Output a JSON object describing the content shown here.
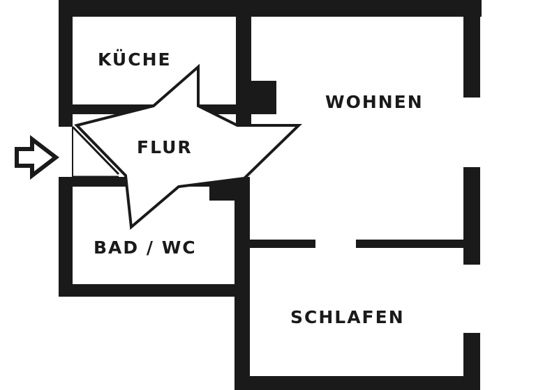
{
  "floor_plan": {
    "rooms": {
      "kitchen": "KÜCHE",
      "living": "WOHNEN",
      "hall": "FLUR",
      "bath": "BAD / WC",
      "bedroom": "SCHLAFEN"
    },
    "entrance_icon": "arrow-right-outline-icon",
    "colors": {
      "wall": "#1a1a1a",
      "background": "#ffffff"
    }
  }
}
